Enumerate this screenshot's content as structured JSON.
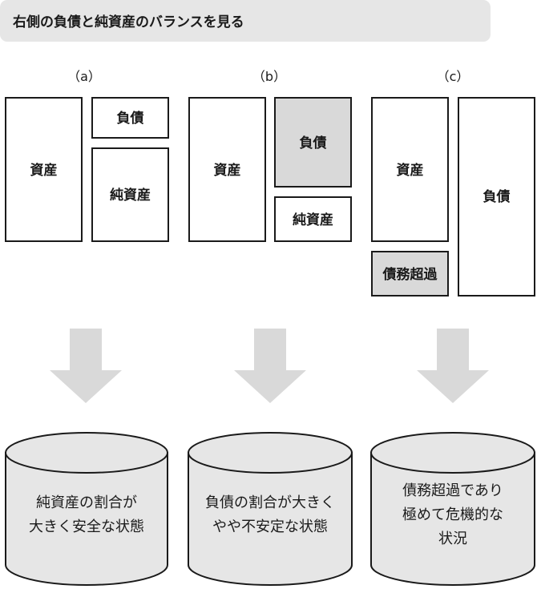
{
  "header": {
    "title": "右側の負債と純資産のバランスを見る"
  },
  "columns": [
    {
      "label": "（a）",
      "boxes": {
        "assets": "資産",
        "liabilities": "負債",
        "net_assets": "純資産"
      },
      "result": [
        "純資産の割合が",
        "大きく安全な状態"
      ]
    },
    {
      "label": "（b）",
      "boxes": {
        "assets": "資産",
        "liabilities": "負債",
        "net_assets": "純資産"
      },
      "result": [
        "負債の割合が大きく",
        "やや不安定な状態"
      ]
    },
    {
      "label": "（c）",
      "boxes": {
        "assets": "資産",
        "insolvency": "債務超過",
        "liabilities": "負債"
      },
      "result": [
        "債務超過であり",
        "極めて危機的な",
        "状況"
      ]
    }
  ],
  "colors": {
    "banner": "#e6e6e6",
    "highlight_box": "#d9d9d9",
    "arrow": "#d9d9d9",
    "cylinder": "#e6e6e6",
    "outline": "#1a1a1a"
  }
}
